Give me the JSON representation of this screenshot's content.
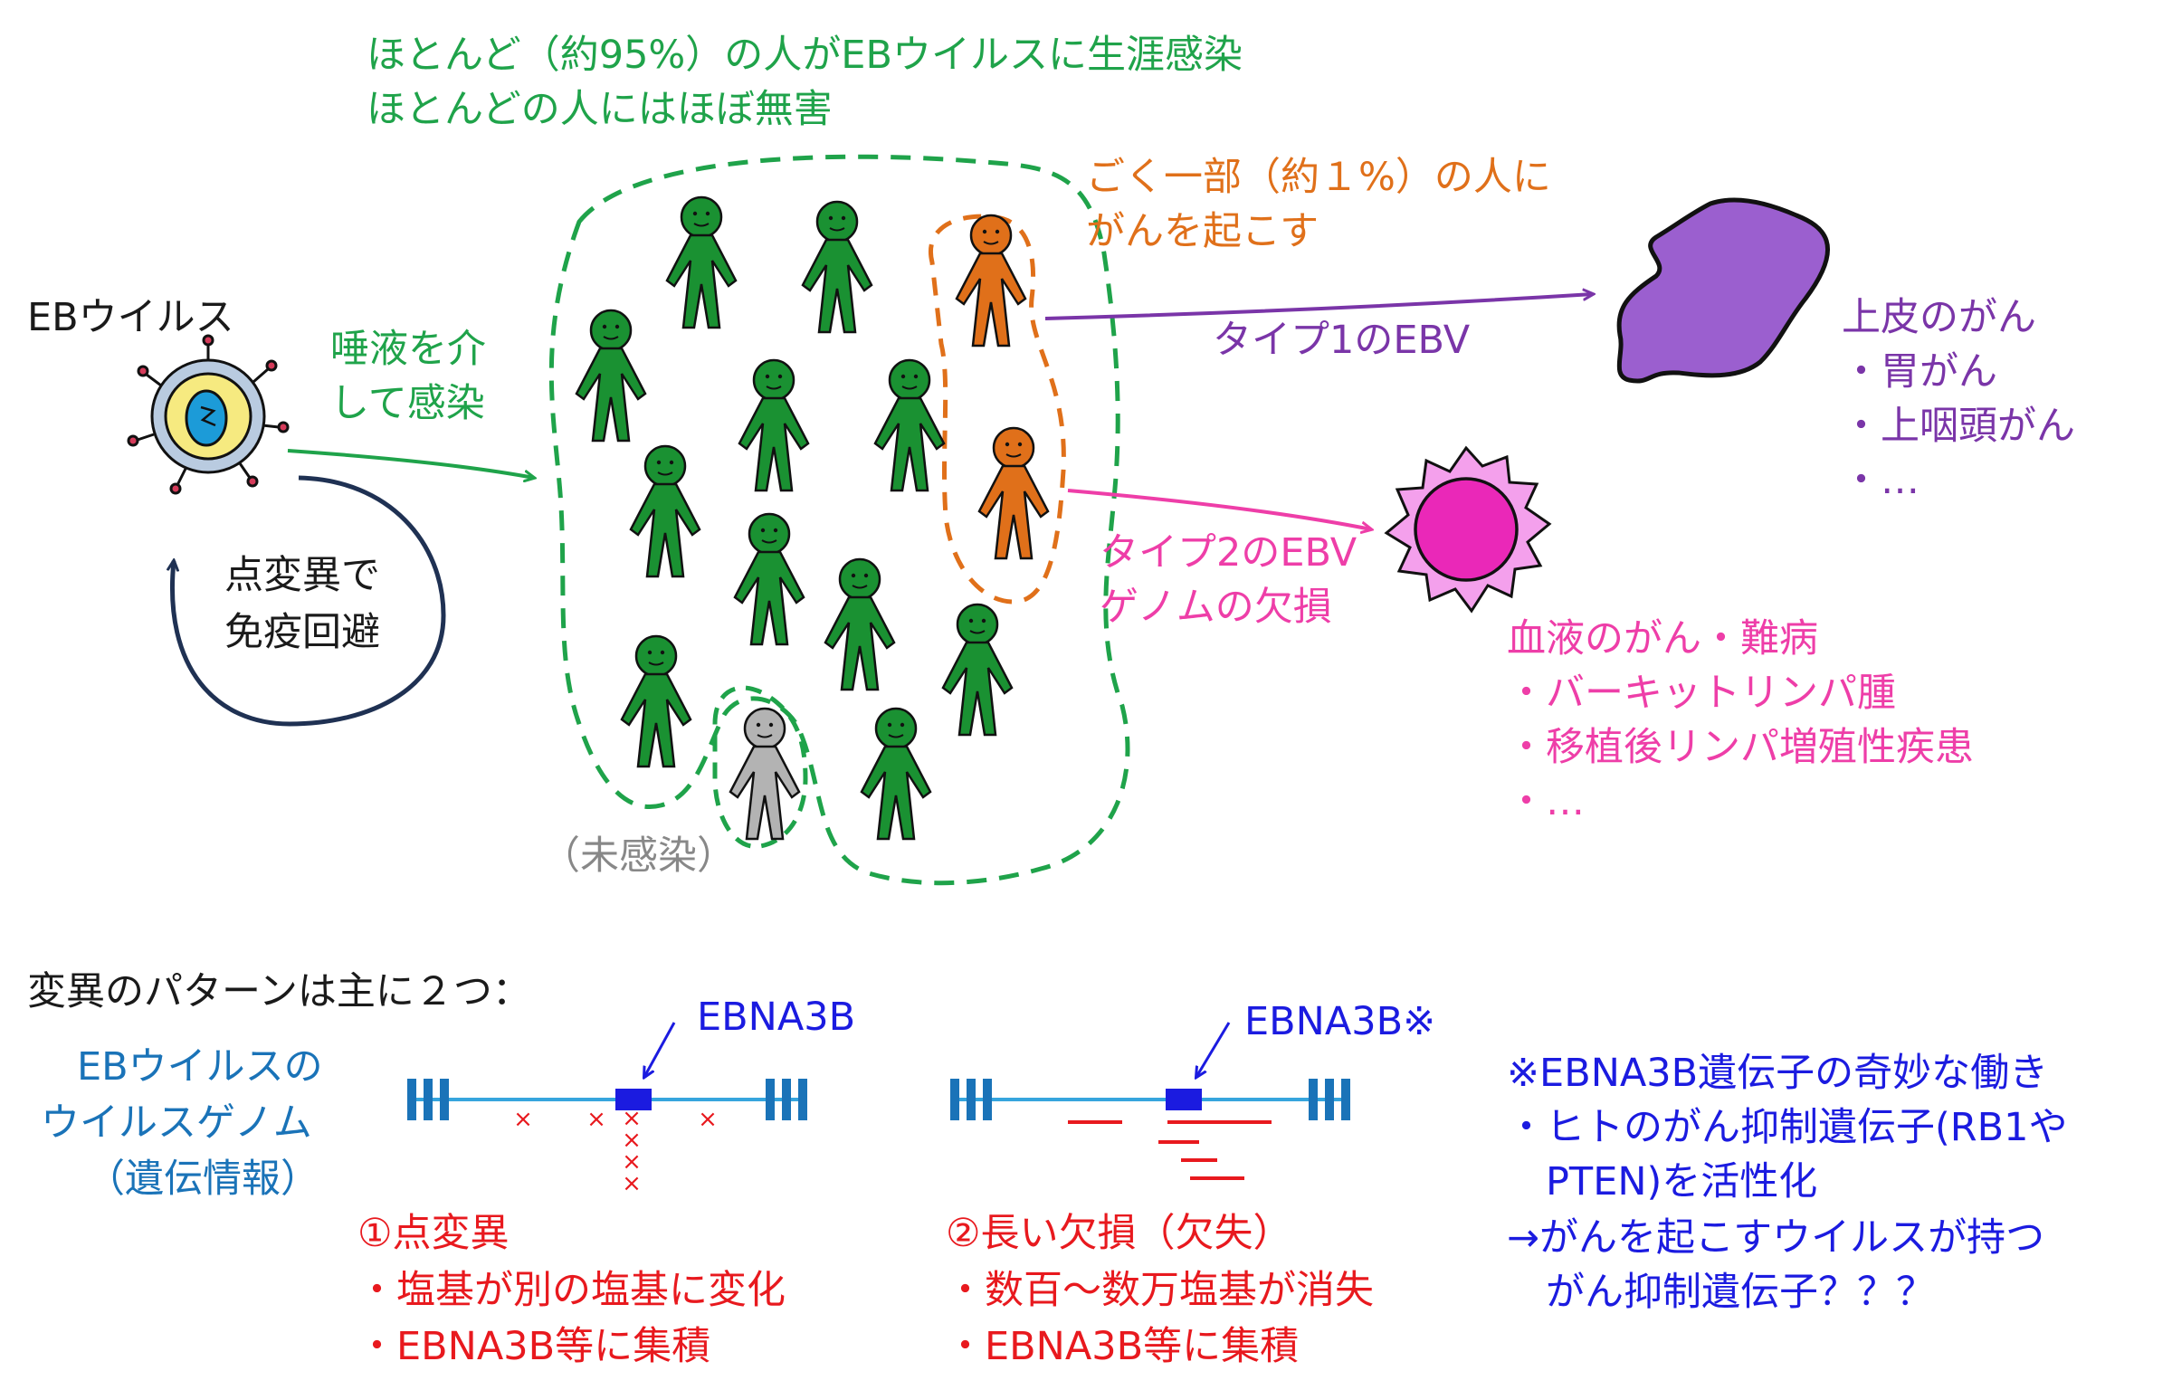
{
  "colors": {
    "green": "#1fa34a",
    "infected_person": "#1a9132",
    "orange": "#e0701a",
    "gray_person": "#b3b3b3",
    "purple": "#7a35a8",
    "purple_fill": "#9b5fcf",
    "pink": "#ee3ea8",
    "pink_fill": "#f06fd8",
    "magenta_core": "#ea28b8",
    "navy": "#1f3153",
    "genome_blue": "#1a73b8",
    "red": "#e8191e",
    "dark_blue": "#1b1be0"
  },
  "top_note": {
    "line1": "ほとんど（約95%）の人がEBウイルスに生涯感染",
    "line2": "ほとんどの人にはほぼ無害"
  },
  "cancer_note": {
    "line1": "ごく一部（約１%）の人に",
    "line2": "がんを起こす"
  },
  "virus": {
    "label": "EBウイルス",
    "icon": "virus-icon"
  },
  "saliva": {
    "line1": "唾液を介",
    "line2": "して感染"
  },
  "immune": {
    "line1": "点変異で",
    "line2": "免疫回避"
  },
  "uninfected_label": "（未感染）",
  "type1": {
    "label": "タイプ1のEBV",
    "cancer_title": "上皮のがん",
    "items": [
      "・胃がん",
      "・上咽頭がん",
      "・…"
    ],
    "icon": "epithelial-tumor-icon"
  },
  "type2": {
    "label_line1": "タイプ2のEBV",
    "label_line2": "ゲノムの欠損",
    "cancer_title": "血液のがん・難病",
    "items": [
      "・バーキットリンパ腫",
      "・移植後リンパ増殖性疾患",
      "・…"
    ],
    "icon": "blood-cell-icon"
  },
  "mutation": {
    "heading": "変異のパターンは主に２つ：",
    "genome_label": [
      "EBウイルスの",
      "ウイルスゲノム",
      "（遺伝情報）"
    ],
    "pattern1": {
      "gene_label": "EBNA3B",
      "title": "①点変異",
      "items": [
        "・塩基が別の塩基に変化",
        "・EBNA3B等に集積"
      ]
    },
    "pattern2": {
      "gene_label": "EBNA3B※",
      "title": "②長い欠損（欠失）",
      "items": [
        "・数百〜数万塩基が消失",
        "・EBNA3B等に集積"
      ]
    },
    "footnote": [
      "※EBNA3B遺伝子の奇妙な働き",
      "・ヒトのがん抑制遺伝子(RB1や",
      "　PTEN)を活性化",
      "→がんを起こすウイルスが持つ",
      "　がん抑制遺伝子？？？"
    ]
  }
}
